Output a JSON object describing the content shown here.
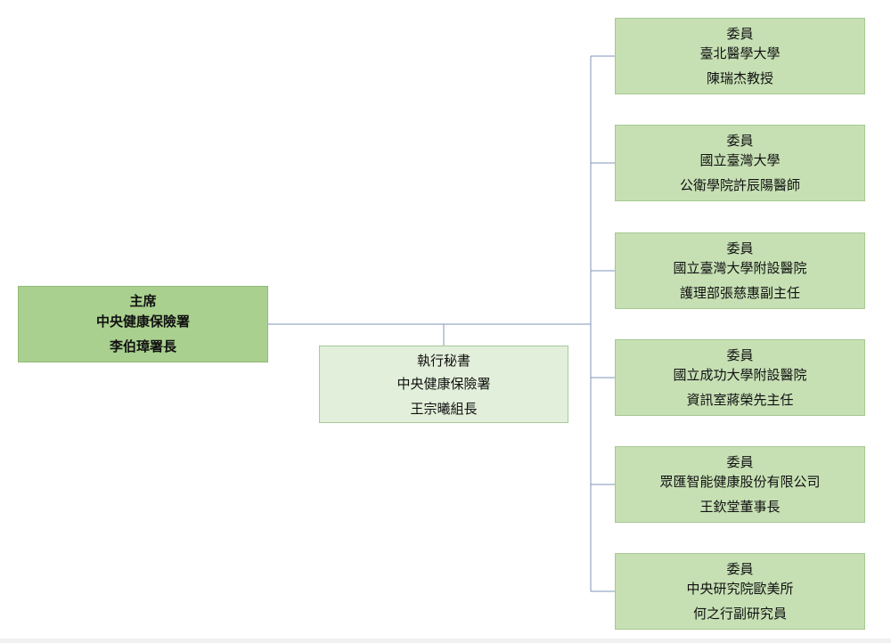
{
  "chairman": {
    "role": "主席",
    "org": "中央健康保險署",
    "person": "李伯璋署長"
  },
  "secretary": {
    "role": "執行秘書",
    "org": "中央健康保險署",
    "person": "王宗曦組長"
  },
  "members": [
    {
      "role": "委員",
      "org": "臺北醫學大學",
      "person": "陳瑞杰教授"
    },
    {
      "role": "委員",
      "org": "國立臺灣大學",
      "person": "公衛學院許辰陽醫師"
    },
    {
      "role": "委員",
      "org": "國立臺灣大學附設醫院",
      "person": "護理部張慈惠副主任"
    },
    {
      "role": "委員",
      "org": "國立成功大學附設醫院",
      "person": "資訊室蔣榮先主任"
    },
    {
      "role": "委員",
      "org": "眾匯智能健康股份有限公司",
      "person": "王欽堂董事長"
    },
    {
      "role": "委員",
      "org": "中央研究院歐美所",
      "person": "何之行副研究員"
    }
  ],
  "colors": {
    "chair_fill": "#a9d08e",
    "secretary_fill": "#e2efda",
    "member_fill": "#c6e0b4",
    "connector": "#7f96b8"
  }
}
